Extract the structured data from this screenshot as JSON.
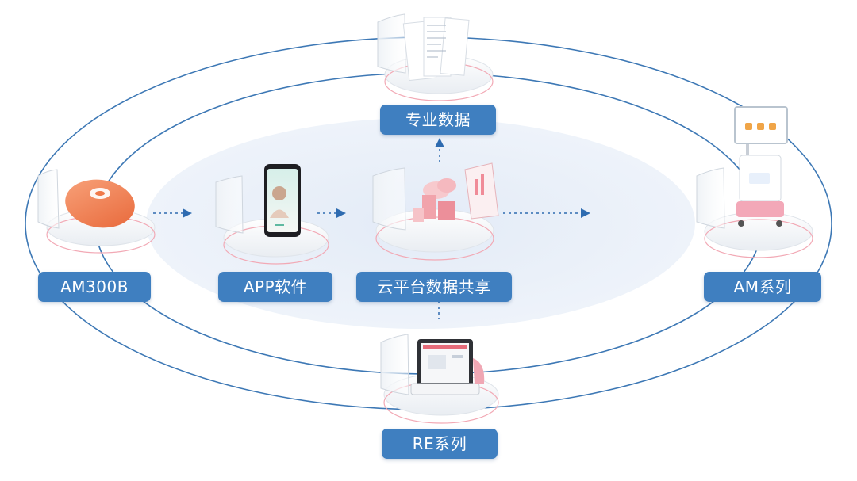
{
  "labels": {
    "am300b": "AM300B",
    "app": "APP软件",
    "cloud": "云平台数据共享",
    "professional_data": "专业数据",
    "am_series": "AM系列",
    "re_series": "RE系列"
  },
  "colors": {
    "label_bg": "#3f7fc0",
    "orbit_line": "#3d78b5",
    "center_ellipse": "#e8eef8",
    "arrow": "#2e6bb0",
    "device_orange": "#f07a4a",
    "pink_accent": "#f3a8b8"
  }
}
